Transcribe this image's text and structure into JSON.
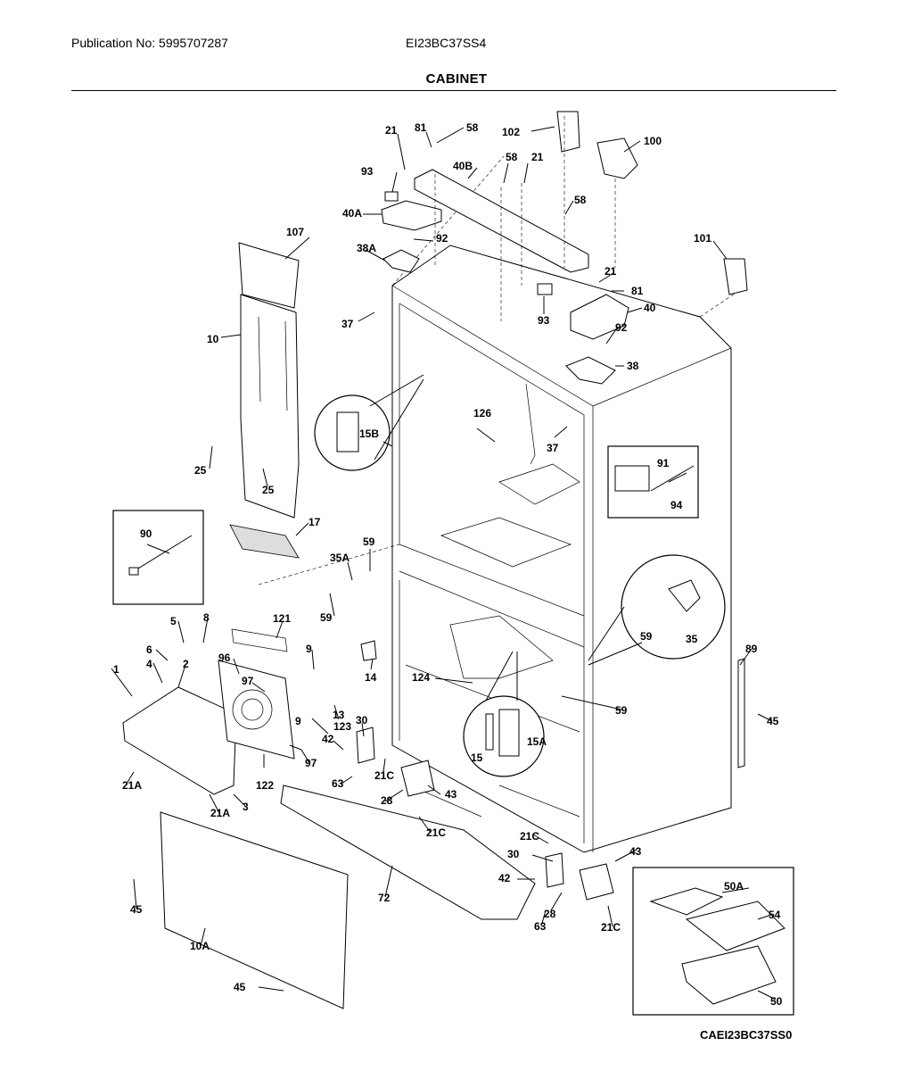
{
  "header": {
    "publication": "Publication No: 5995707287",
    "model": "EI23BC37SS4",
    "title": "CABINET"
  },
  "footer": {
    "code": "CAEI23BC37SS0"
  },
  "callouts": [
    {
      "id": "c-21-top",
      "text": "21"
    },
    {
      "id": "c-81-top",
      "text": "81"
    },
    {
      "id": "c-58-top",
      "text": "58"
    },
    {
      "id": "c-102",
      "text": "102"
    },
    {
      "id": "c-100",
      "text": "100"
    },
    {
      "id": "c-93-top",
      "text": "93"
    },
    {
      "id": "c-58-mid",
      "text": "58"
    },
    {
      "id": "c-21-mid",
      "text": "21"
    },
    {
      "id": "c-40B",
      "text": "40B"
    },
    {
      "id": "c-40A",
      "text": "40A"
    },
    {
      "id": "c-58-right",
      "text": "58"
    },
    {
      "id": "c-107",
      "text": "107"
    },
    {
      "id": "c-92-top",
      "text": "92"
    },
    {
      "id": "c-38A",
      "text": "38A"
    },
    {
      "id": "c-101",
      "text": "101"
    },
    {
      "id": "c-21-right",
      "text": "21"
    },
    {
      "id": "c-81-right",
      "text": "81"
    },
    {
      "id": "c-10",
      "text": "10"
    },
    {
      "id": "c-37-left",
      "text": "37"
    },
    {
      "id": "c-93-mid",
      "text": "93"
    },
    {
      "id": "c-40",
      "text": "40"
    },
    {
      "id": "c-92-right",
      "text": "92"
    },
    {
      "id": "c-38",
      "text": "38"
    },
    {
      "id": "c-126",
      "text": "126"
    },
    {
      "id": "c-15B",
      "text": "15B"
    },
    {
      "id": "c-37-right",
      "text": "37"
    },
    {
      "id": "c-25-a",
      "text": "25"
    },
    {
      "id": "c-25-b",
      "text": "25"
    },
    {
      "id": "c-91",
      "text": "91"
    },
    {
      "id": "c-94",
      "text": "94"
    },
    {
      "id": "c-17",
      "text": "17"
    },
    {
      "id": "c-90",
      "text": "90"
    },
    {
      "id": "c-59-a",
      "text": "59"
    },
    {
      "id": "c-35A",
      "text": "35A"
    },
    {
      "id": "c-59-b",
      "text": "59"
    },
    {
      "id": "c-5",
      "text": "5"
    },
    {
      "id": "c-8",
      "text": "8"
    },
    {
      "id": "c-121",
      "text": "121"
    },
    {
      "id": "c-6",
      "text": "6"
    },
    {
      "id": "c-96",
      "text": "96"
    },
    {
      "id": "c-9-a",
      "text": "9"
    },
    {
      "id": "c-97-a",
      "text": "97"
    },
    {
      "id": "c-14",
      "text": "14"
    },
    {
      "id": "c-59-c",
      "text": "59"
    },
    {
      "id": "c-35",
      "text": "35"
    },
    {
      "id": "c-1",
      "text": "1"
    },
    {
      "id": "c-4",
      "text": "4"
    },
    {
      "id": "c-2",
      "text": "2"
    },
    {
      "id": "c-124",
      "text": "124"
    },
    {
      "id": "c-123",
      "text": "123"
    },
    {
      "id": "c-13",
      "text": "13"
    },
    {
      "id": "c-9-b",
      "text": "9"
    },
    {
      "id": "c-89",
      "text": "89"
    },
    {
      "id": "c-59-d",
      "text": "59"
    },
    {
      "id": "c-30-a",
      "text": "30"
    },
    {
      "id": "c-45-a",
      "text": "45"
    },
    {
      "id": "c-42-a",
      "text": "42"
    },
    {
      "id": "c-97-b",
      "text": "97"
    },
    {
      "id": "c-21C-a",
      "text": "21C"
    },
    {
      "id": "c-15",
      "text": "15"
    },
    {
      "id": "c-15A",
      "text": "15A"
    },
    {
      "id": "c-122",
      "text": "122"
    },
    {
      "id": "c-63-a",
      "text": "63"
    },
    {
      "id": "c-21A-a",
      "text": "21A"
    },
    {
      "id": "c-3",
      "text": "3"
    },
    {
      "id": "c-28-a",
      "text": "28"
    },
    {
      "id": "c-43-a",
      "text": "43"
    },
    {
      "id": "c-21A-b",
      "text": "21A"
    },
    {
      "id": "c-21C-b",
      "text": "21C"
    },
    {
      "id": "c-21C-c",
      "text": "21C"
    },
    {
      "id": "c-30-b",
      "text": "30"
    },
    {
      "id": "c-43-b",
      "text": "43"
    },
    {
      "id": "c-42-b",
      "text": "42"
    },
    {
      "id": "c-50A",
      "text": "50A"
    },
    {
      "id": "c-45-b",
      "text": "45"
    },
    {
      "id": "c-72",
      "text": "72"
    },
    {
      "id": "c-54",
      "text": "54"
    },
    {
      "id": "c-63-b",
      "text": "63"
    },
    {
      "id": "c-28-b",
      "text": "28"
    },
    {
      "id": "c-21C-d",
      "text": "21C"
    },
    {
      "id": "c-10A",
      "text": "10A"
    },
    {
      "id": "c-50",
      "text": "50"
    },
    {
      "id": "c-45-c",
      "text": "45"
    }
  ]
}
